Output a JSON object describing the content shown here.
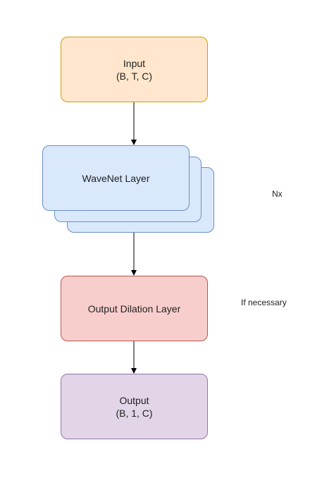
{
  "nodes": {
    "input": {
      "line1": "Input",
      "line2": "(B, T, C)",
      "fill": "#ffe6cc",
      "stroke": "#d79b00"
    },
    "wavenet": {
      "label": "WaveNet Layer",
      "fill": "#dae8fc",
      "stroke": "#6c8ebf"
    },
    "output_dilation": {
      "label": "Output Dilation Layer",
      "fill": "#f8cecc",
      "stroke": "#b85450"
    },
    "output": {
      "line1": "Output",
      "line2": "(B, 1, C)",
      "fill": "#e1d5e7",
      "stroke": "#9673a6"
    }
  },
  "annotations": {
    "repeat": "Nx",
    "conditional": "If necessary"
  },
  "edge_color": "#000000"
}
